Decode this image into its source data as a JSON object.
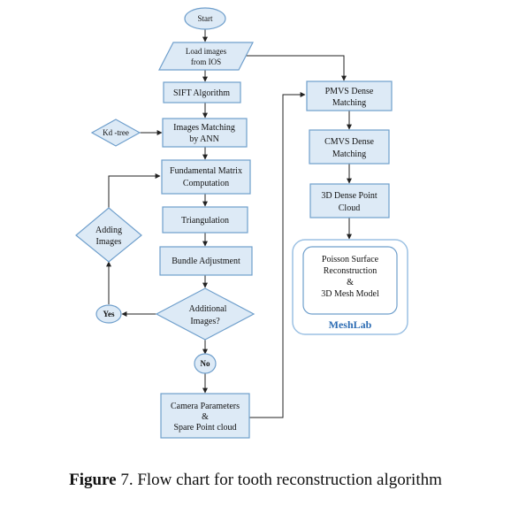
{
  "flowchart": {
    "start": "Start",
    "load_line1": "Load images",
    "load_line2": "from IOS",
    "sift": "SIFT Algorithm",
    "kdtree": "Kd -tree",
    "matching_line1": "Images Matching",
    "matching_line2": "by ANN",
    "fundamental_line1": "Fundamental Matrix",
    "fundamental_line2": "Computation",
    "triangulation": "Triangulation",
    "bundle": "Bundle Adjustment",
    "adding_line1": "Adding",
    "adding_line2": "Images",
    "additional_line1": "Additional",
    "additional_line2": "Images?",
    "yes": "Yes",
    "no": "No",
    "camera_line1": "Camera Parameters",
    "camera_line2": "&",
    "camera_line3": "Spare Point cloud",
    "pmvs_line1": "PMVS Dense",
    "pmvs_line2": "Matching",
    "cmvs_line1": "CMVS Dense",
    "cmvs_line2": "Matching",
    "dense_line1": "3D Dense Point",
    "dense_line2": "Cloud",
    "poisson_line1": "Poisson Surface",
    "poisson_line2": "Reconstruction",
    "poisson_line3": "&",
    "poisson_line4": "3D Mesh Model",
    "meshlab": "MeshLab"
  },
  "caption": {
    "label": "Figure",
    "text": " 7. Flow chart for tooth reconstruction algorithm"
  },
  "colors": {
    "box_fill": "#ddeaf6",
    "box_stroke": "#6f9fcc",
    "arrow": "#222222",
    "meshlab_text": "#2e6db4"
  }
}
